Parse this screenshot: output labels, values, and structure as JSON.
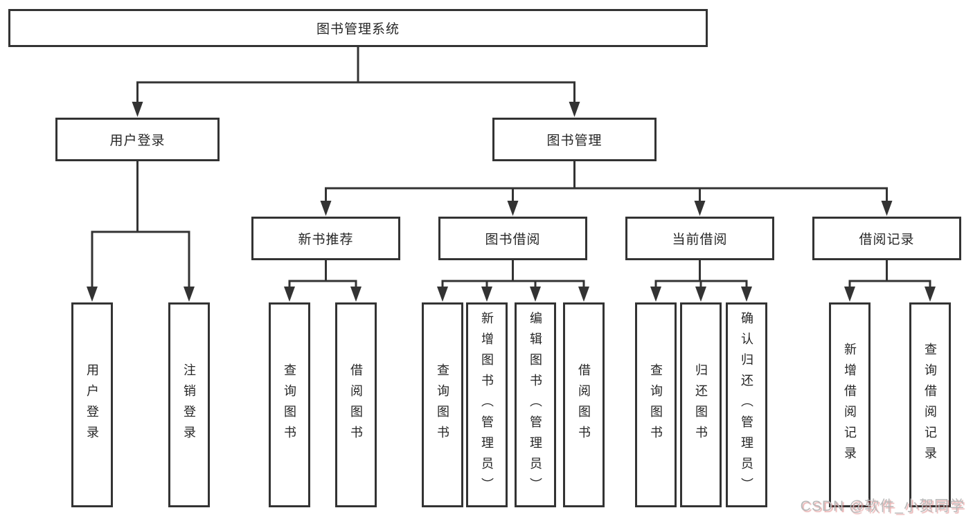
{
  "diagram": {
    "root": {
      "label": "图书管理系统"
    },
    "level2": [
      {
        "label": "用户登录"
      },
      {
        "label": "图书管理"
      }
    ],
    "level3": [
      {
        "label": "新书推荐"
      },
      {
        "label": "图书借阅"
      },
      {
        "label": "当前借阅"
      },
      {
        "label": "借阅记录"
      }
    ],
    "leaves": [
      {
        "label": "用户登录"
      },
      {
        "label": "注销登录"
      },
      {
        "label": "查询图书"
      },
      {
        "label": "借阅图书"
      },
      {
        "label": "查询图书"
      },
      {
        "label": "新增图书（管理员）"
      },
      {
        "label": "编辑图书（管理员）"
      },
      {
        "label": "借阅图书"
      },
      {
        "label": "查询图书"
      },
      {
        "label": "归还图书"
      },
      {
        "label": "确认归还（管理员）"
      },
      {
        "label": "新增借阅记录"
      },
      {
        "label": "查询借阅记录"
      }
    ]
  },
  "watermark": {
    "text": "CSDN @软件_小贺同学"
  },
  "colors": {
    "line": "#333333",
    "box_border": "#333333",
    "box_fill": "#ffffff",
    "text": "#262626",
    "watermark": "#b9b9b9",
    "watermark_accent": "#cf4f4f"
  }
}
